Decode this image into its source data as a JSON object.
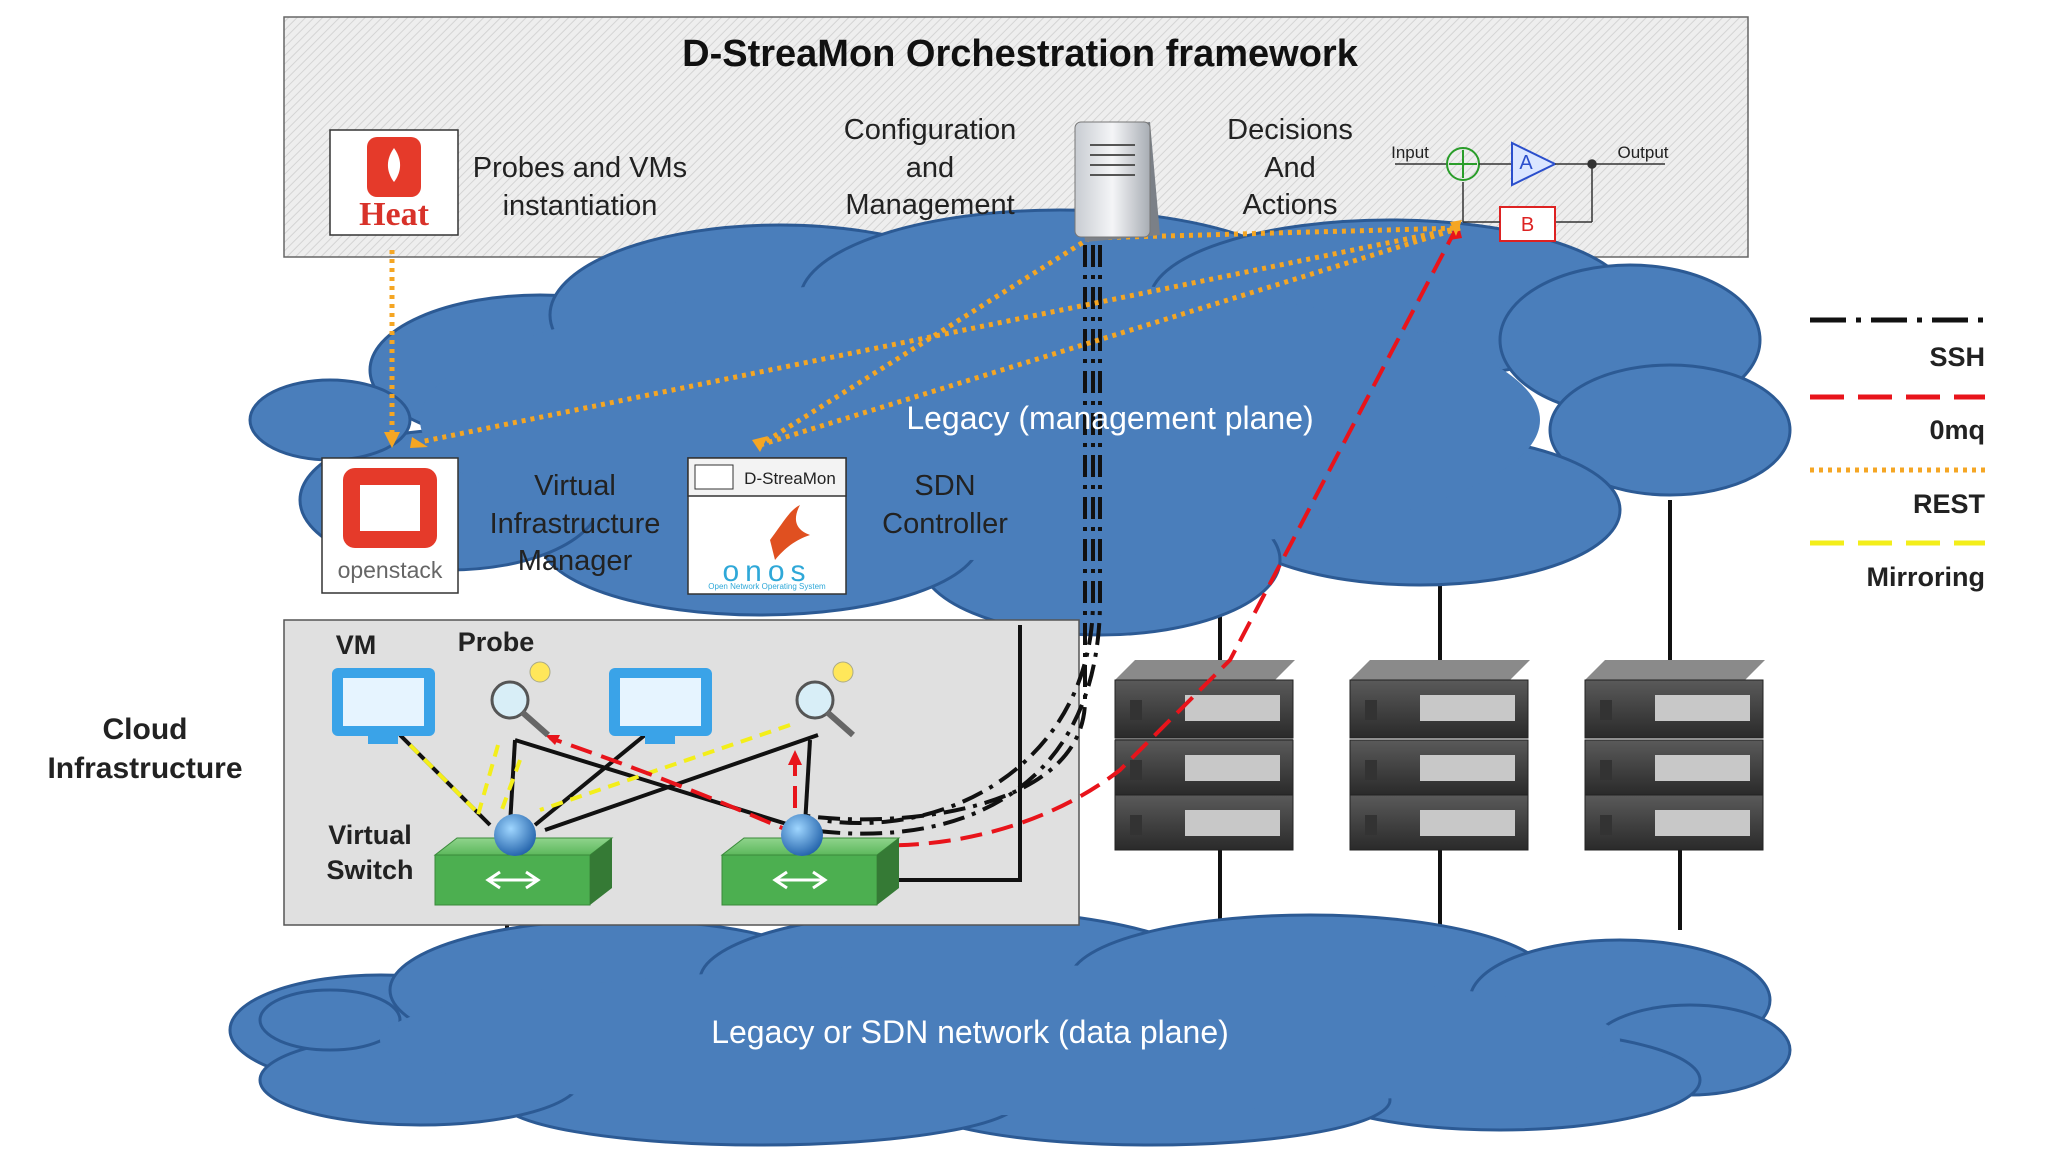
{
  "framework": {
    "title": "D-StreaMon Orchestration framework",
    "heat_logo": "Heat",
    "probes_label": [
      "Probes and VMs",
      "instantiation"
    ],
    "config_label": [
      "Configuration",
      "and",
      "Management"
    ],
    "decisions_label": [
      "Decisions",
      "And",
      "Actions"
    ],
    "block_diagram": {
      "input": "Input",
      "output": "Output",
      "amp": "A",
      "feedback": "B"
    }
  },
  "clouds": {
    "management": "Legacy (management plane)",
    "data": "Legacy or SDN network (data plane)"
  },
  "vim": {
    "logo": "openstack",
    "label": [
      "Virtual",
      "Infrastructure",
      "Manager"
    ]
  },
  "sdn": {
    "app_label": "D-StreaMon",
    "logo": "onos",
    "tagline": "Open Network Operating System",
    "label": [
      "SDN",
      "Controller"
    ]
  },
  "cloud_infra": {
    "label": [
      "Cloud",
      "Infrastructure"
    ],
    "vm_label": "VM",
    "probe_label": "Probe",
    "switch_label": [
      "Virtual",
      "Switch"
    ]
  },
  "legend": {
    "items": [
      {
        "label": "SSH",
        "style": "dash-dot",
        "color": "#111111"
      },
      {
        "label": "0mq",
        "style": "dashed",
        "color": "#e8141b"
      },
      {
        "label": "REST",
        "style": "dotted",
        "color": "#f5a623"
      },
      {
        "label": "Mirroring",
        "style": "dashed-thin",
        "color": "#f3ee1a"
      }
    ]
  },
  "colors": {
    "cloud": "#4a7ebb",
    "rest": "#f5a623",
    "zeromq": "#e8141b",
    "mirroring": "#f3ee1a",
    "switch": "#4caf50"
  }
}
